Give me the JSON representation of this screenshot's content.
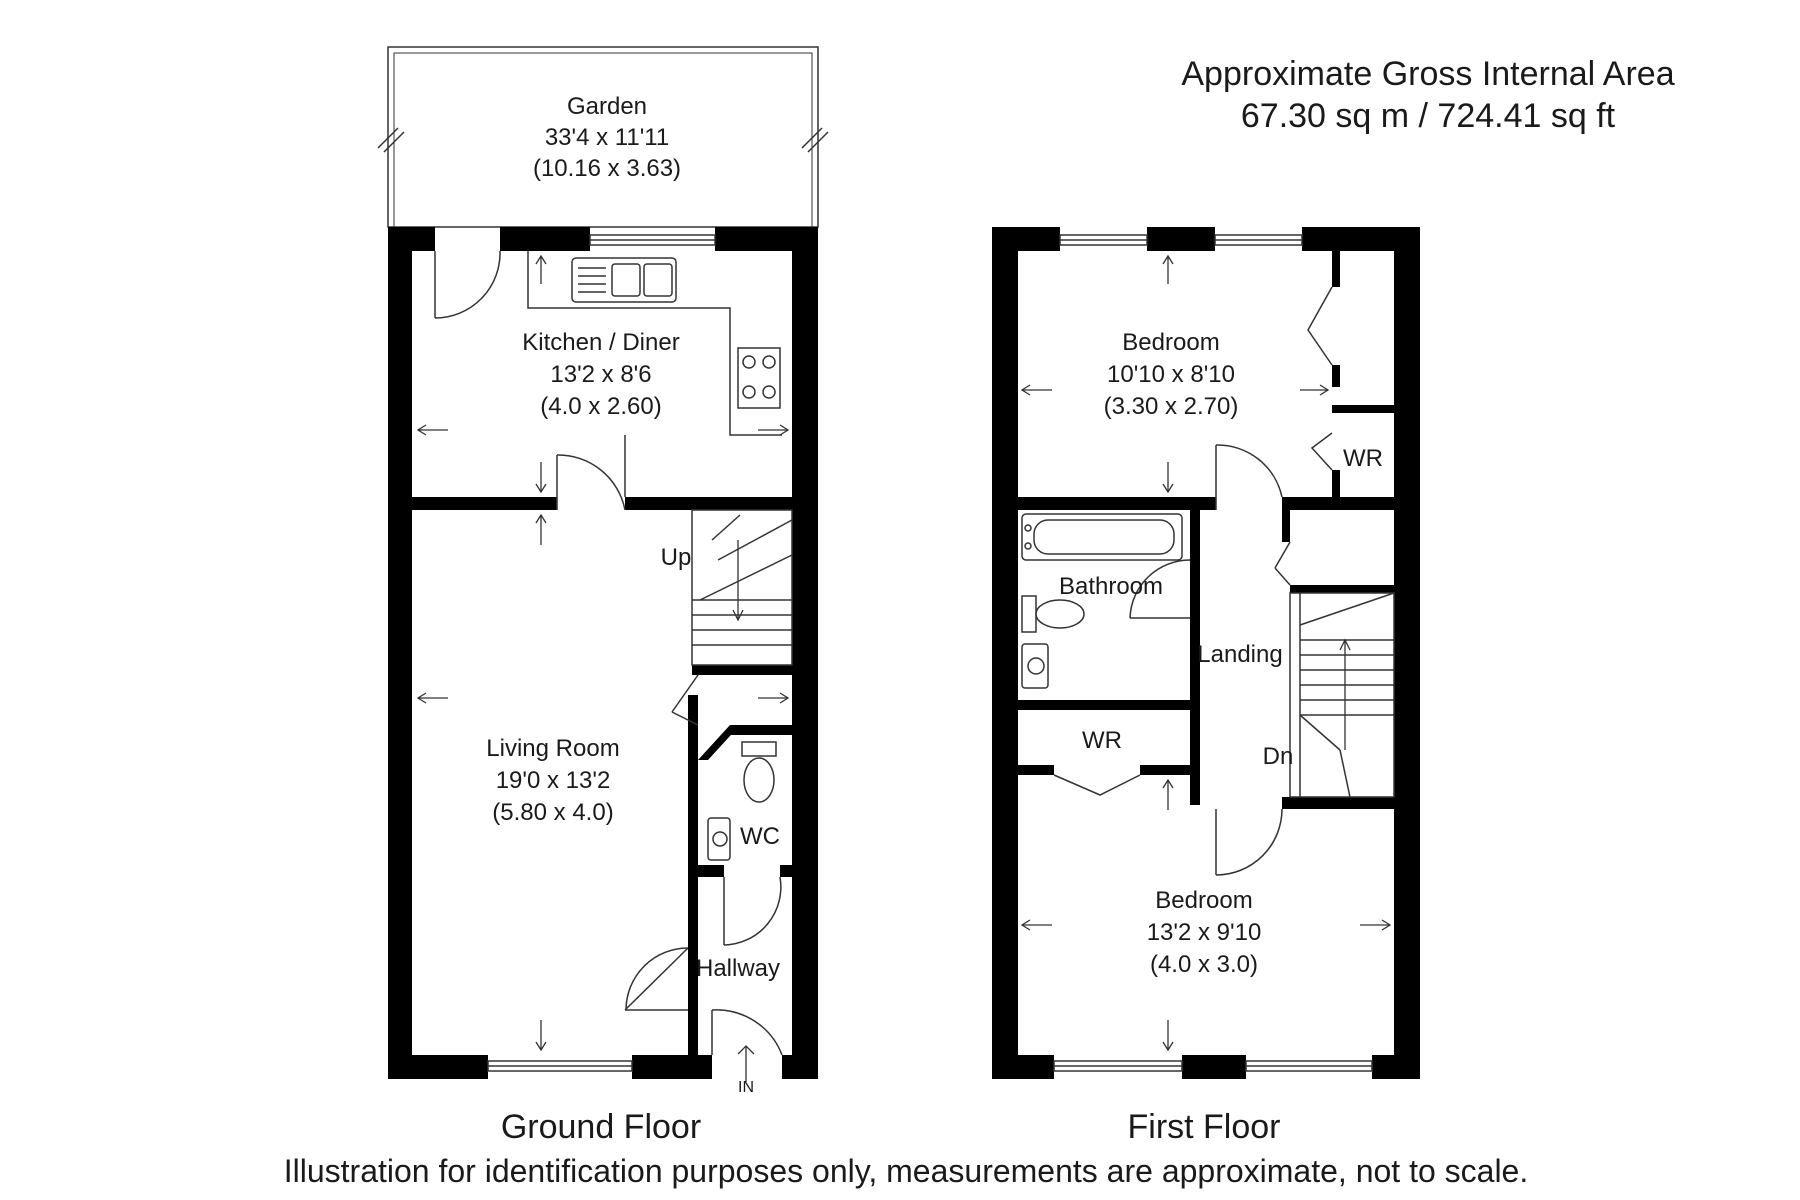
{
  "area": {
    "title": "Approximate Gross Internal Area",
    "value": "67.30 sq m / 724.41 sq ft"
  },
  "ground_floor": {
    "title": "Ground Floor",
    "rooms": {
      "garden": {
        "name": "Garden",
        "imperial": "33'4 x 11'11",
        "metric": "(10.16 x 3.63)"
      },
      "kitchen": {
        "name": "Kitchen / Diner",
        "imperial": "13'2 x 8'6",
        "metric": "(4.0 x 2.60)"
      },
      "living": {
        "name": "Living Room",
        "imperial": "19'0 x 13'2",
        "metric": "(5.80 x 4.0)"
      },
      "wc": {
        "name": "WC"
      },
      "hallway": {
        "name": "Hallway"
      }
    },
    "labels": {
      "up": "Up",
      "entrance": "IN"
    }
  },
  "first_floor": {
    "title": "First Floor",
    "rooms": {
      "bedroom1": {
        "name": "Bedroom",
        "imperial": "10'10 x 8'10",
        "metric": "(3.30 x 2.70)"
      },
      "bedroom2": {
        "name": "Bedroom",
        "imperial": "13'2 x 9'10",
        "metric": "(4.0 x 3.0)"
      },
      "bathroom": {
        "name": "Bathroom"
      },
      "landing": {
        "name": "Landing"
      },
      "wr1": {
        "name": "WR"
      },
      "wr2": {
        "name": "WR"
      }
    },
    "labels": {
      "down": "Dn"
    }
  },
  "disclaimer": "Illustration for identification purposes only, measurements are approximate, not to scale."
}
